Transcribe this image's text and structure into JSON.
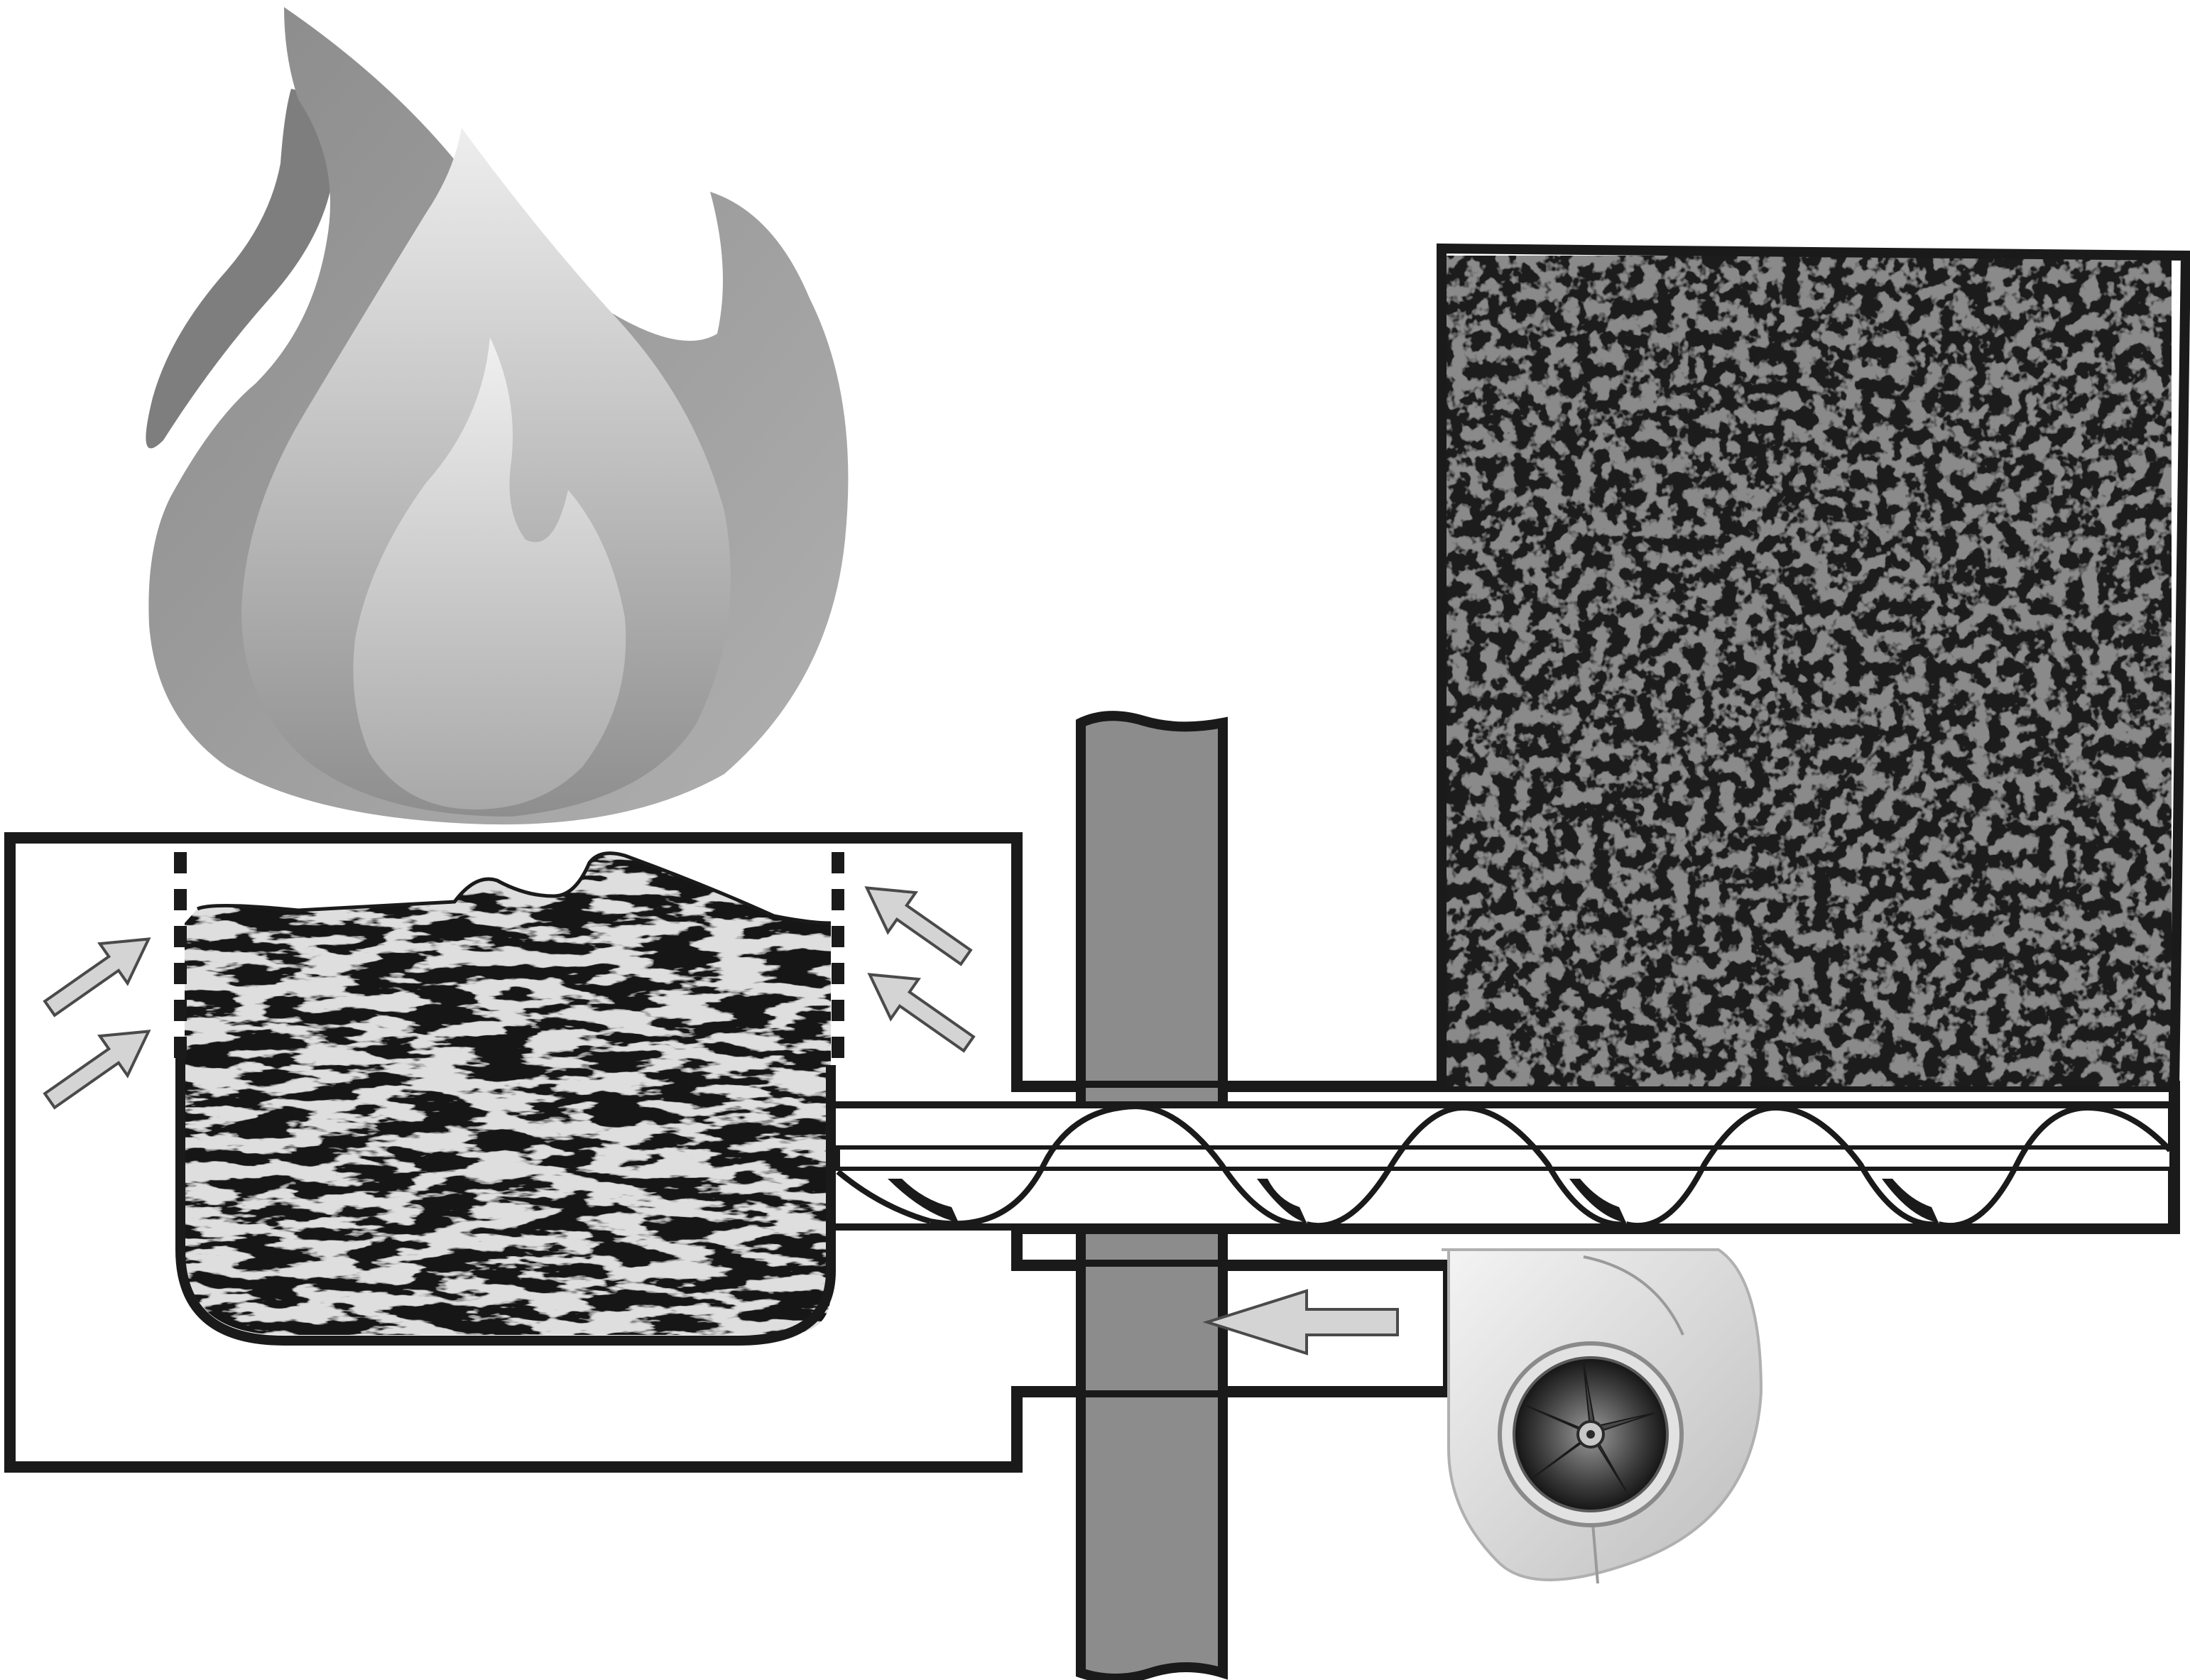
{
  "diagram": {
    "kind": "pellet-burner-schematic",
    "labels": [],
    "components": [
      {
        "id": "flame",
        "icon": "flame-icon"
      },
      {
        "id": "burner-housing"
      },
      {
        "id": "combustion-pot"
      },
      {
        "id": "air-inlet-arrows",
        "icon": "arrow-icon",
        "count": 4
      },
      {
        "id": "wall"
      },
      {
        "id": "feed-auger",
        "icon": "auger-icon"
      },
      {
        "id": "fuel-hopper"
      },
      {
        "id": "blower-fan",
        "icon": "fan-icon"
      },
      {
        "id": "airflow-arrow",
        "icon": "arrow-left-icon"
      }
    ],
    "colors": {
      "outline": "#1a1a1a",
      "flame_outer": "#9a9a9a",
      "flame_middle": "#b8b8b8",
      "flame_inner": "#dedede",
      "wall": "#8c8c8c",
      "arrow_fill": "#d4d4d4",
      "fuel_pellets": "#6e6e6e",
      "combustion_bed": "#d8d8d8",
      "fan_housing": "#e6e6e6",
      "fan_impeller": "#2c2c2c"
    }
  }
}
